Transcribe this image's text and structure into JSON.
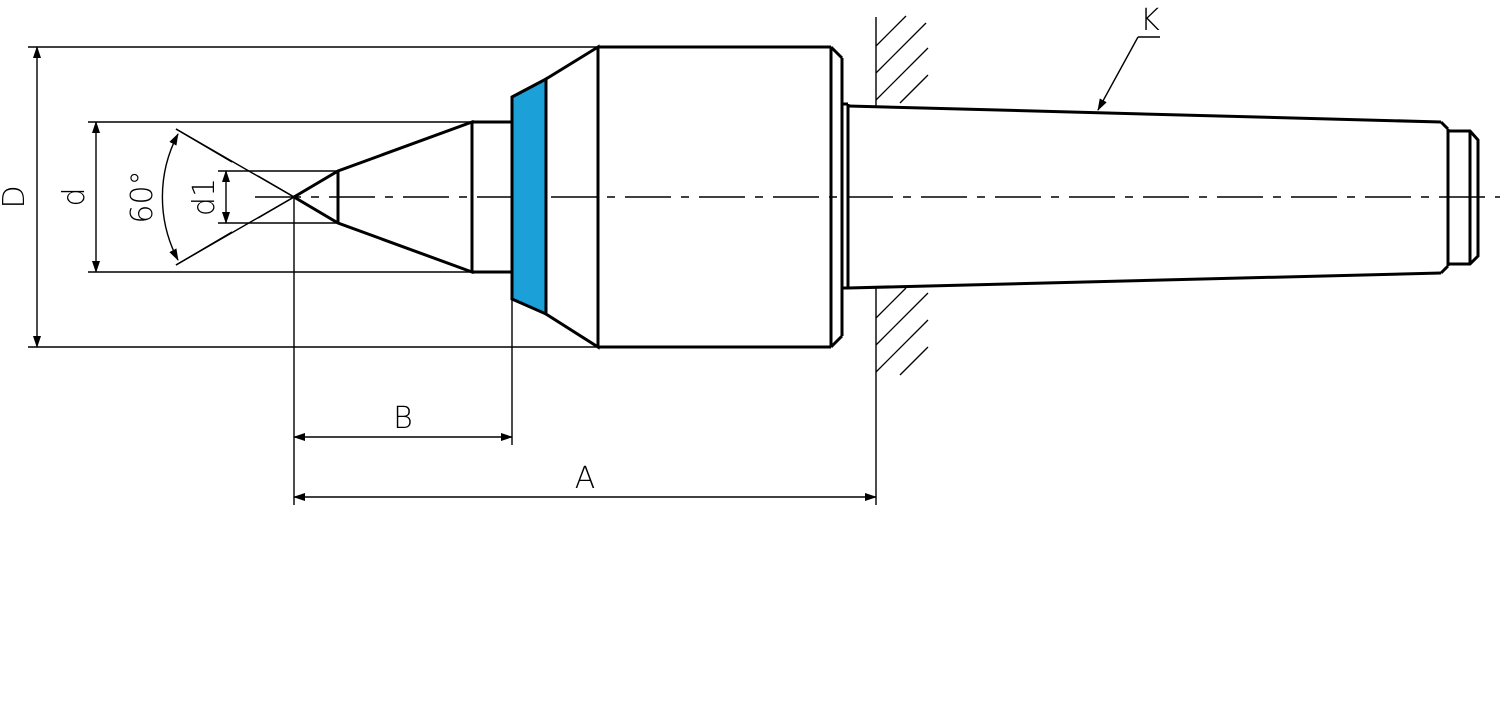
{
  "labels": {
    "D": "D",
    "d": "d",
    "angle": "60°",
    "d1": "d1",
    "B": "B",
    "A": "A",
    "K": "K"
  },
  "colors": {
    "line": "#000000",
    "bearing_ring": "#1BA0D8",
    "background": "#ffffff"
  }
}
